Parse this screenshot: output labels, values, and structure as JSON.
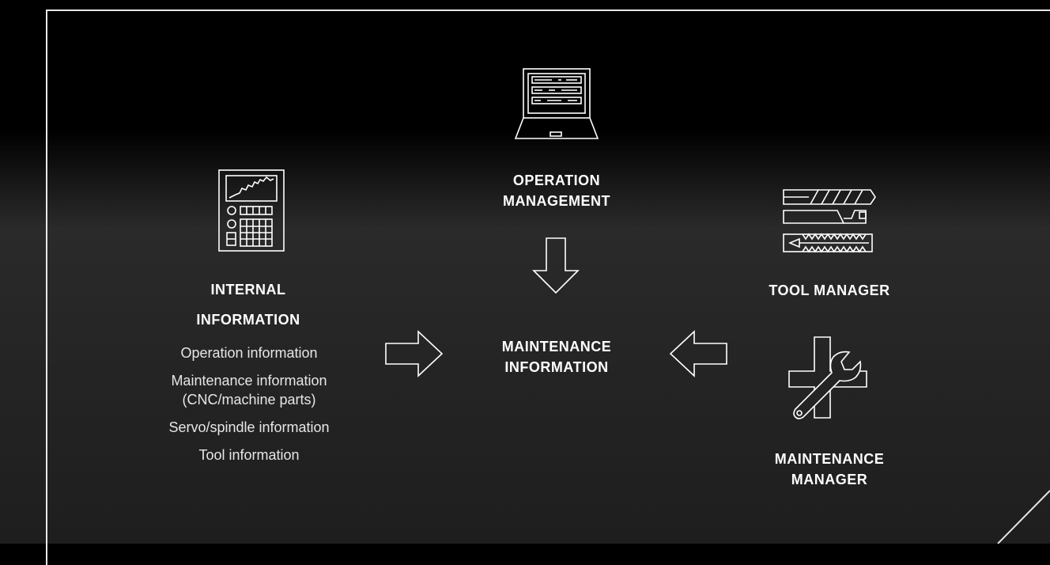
{
  "nodes": {
    "operation_management": {
      "line1": "OPERATION",
      "line2": "MANAGEMENT"
    },
    "internal_information": {
      "line1": "INTERNAL",
      "line2": "INFORMATION",
      "items": [
        "Operation information",
        "Maintenance information",
        "(CNC/machine parts)",
        "Servo/spindle information",
        "Tool information"
      ]
    },
    "maintenance_information": {
      "line1": "MAINTENANCE",
      "line2": "INFORMATION"
    },
    "tool_manager": {
      "label": "TOOL MANAGER"
    },
    "maintenance_manager": {
      "line1": "MAINTENANCE",
      "line2": "MANAGER"
    }
  },
  "icons": [
    "laptop-icon",
    "cnc-panel-icon",
    "tools-icon",
    "wrench-cross-icon",
    "arrow-down-icon",
    "arrow-right-icon",
    "arrow-left-icon"
  ],
  "colors": {
    "background": "#000000",
    "foreground": "#ffffff"
  }
}
